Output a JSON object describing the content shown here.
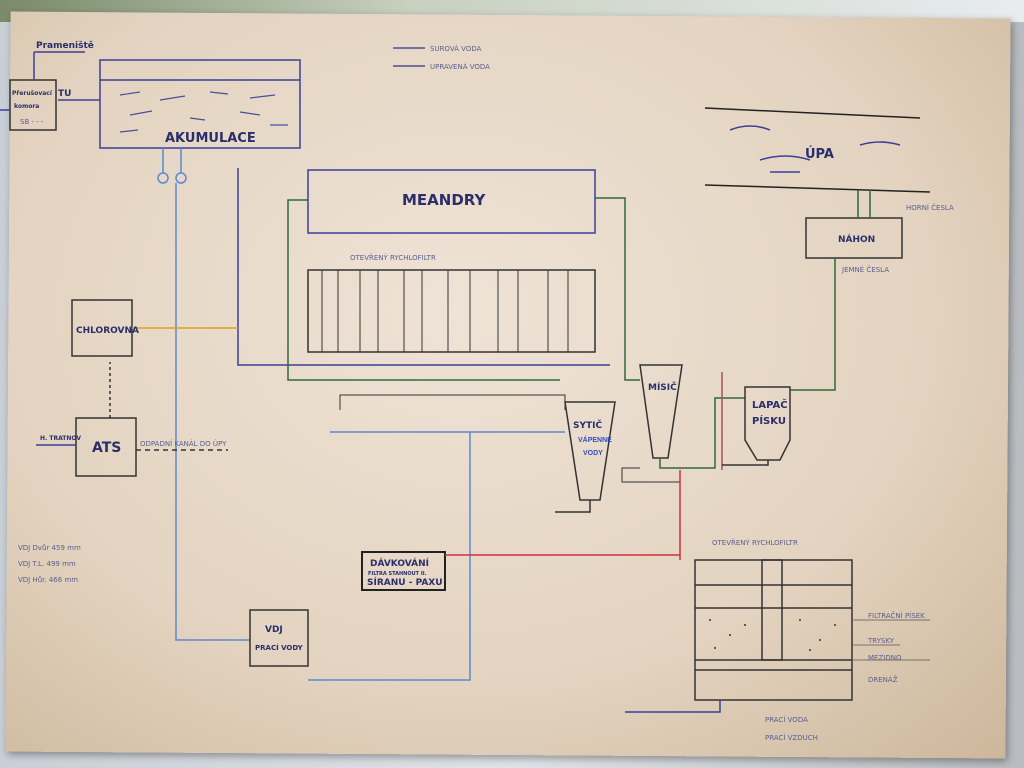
{
  "legend": {
    "raw": "SUROVÁ VODA",
    "treated": "UPRAVENÁ VODA"
  },
  "labels": {
    "source": "Prameniště",
    "break_chamber_1": "Přerušovací",
    "break_chamber_2": "komora",
    "break_chamber_note": "SB - - -",
    "tu": "TU",
    "accumulation": "AKUMULACE",
    "meanders": "MEANDRY",
    "rapid_filter": "OTEVŘENÝ RYCHLOFILTR",
    "river": "ÚPA",
    "upper_screen": "HORNÍ ČESLA",
    "headrace": "NÁHON",
    "fine_screen": "JEMNÉ ČESLA",
    "chlorination": "CHLOROVNA",
    "ats": "ATS",
    "ats_out": "H. TRATNOV",
    "drain": "ODPADNÍ KANÁL DO ÚPY",
    "mixer": "MÍSIČ",
    "sand_trap_1": "LAPAČ",
    "sand_trap_2": "PÍSKU",
    "saturator_1": "SYTIČ",
    "saturator_2": "VÁPENNÉ",
    "saturator_3": "VODY",
    "dosing_1": "DÁVKOVÁNÍ",
    "dosing_2": "SÍRANU - PAXU",
    "dosing_note": "FILTRA STAHNOUT II.",
    "wash_tank_1": "VDJ",
    "wash_tank_2": "PRACÍ VODY",
    "filter_detail_title": "OTEVŘENÝ RYCHLOFILTR",
    "filter_sand": "FILTRAČNÍ PÍSEK",
    "nozzles": "TRYSKY",
    "false_bottom": "MEZIDNO",
    "drainage": "DRENÁŽ",
    "wash_water_in": "PRACÍ VODA",
    "wash_air": "PRACÍ VZDUCH"
  },
  "levels": [
    "VDJ Dvůr 459 mm",
    "VDJ T.L. 499 mm",
    "VDJ Hůr. 466 mm"
  ],
  "colors": {
    "treated": "#3b3f9a",
    "raw": "#2f6a3a",
    "chlorine": "#e0a020",
    "coagulant": "#d0303a",
    "wash": "#5a8ad0"
  }
}
